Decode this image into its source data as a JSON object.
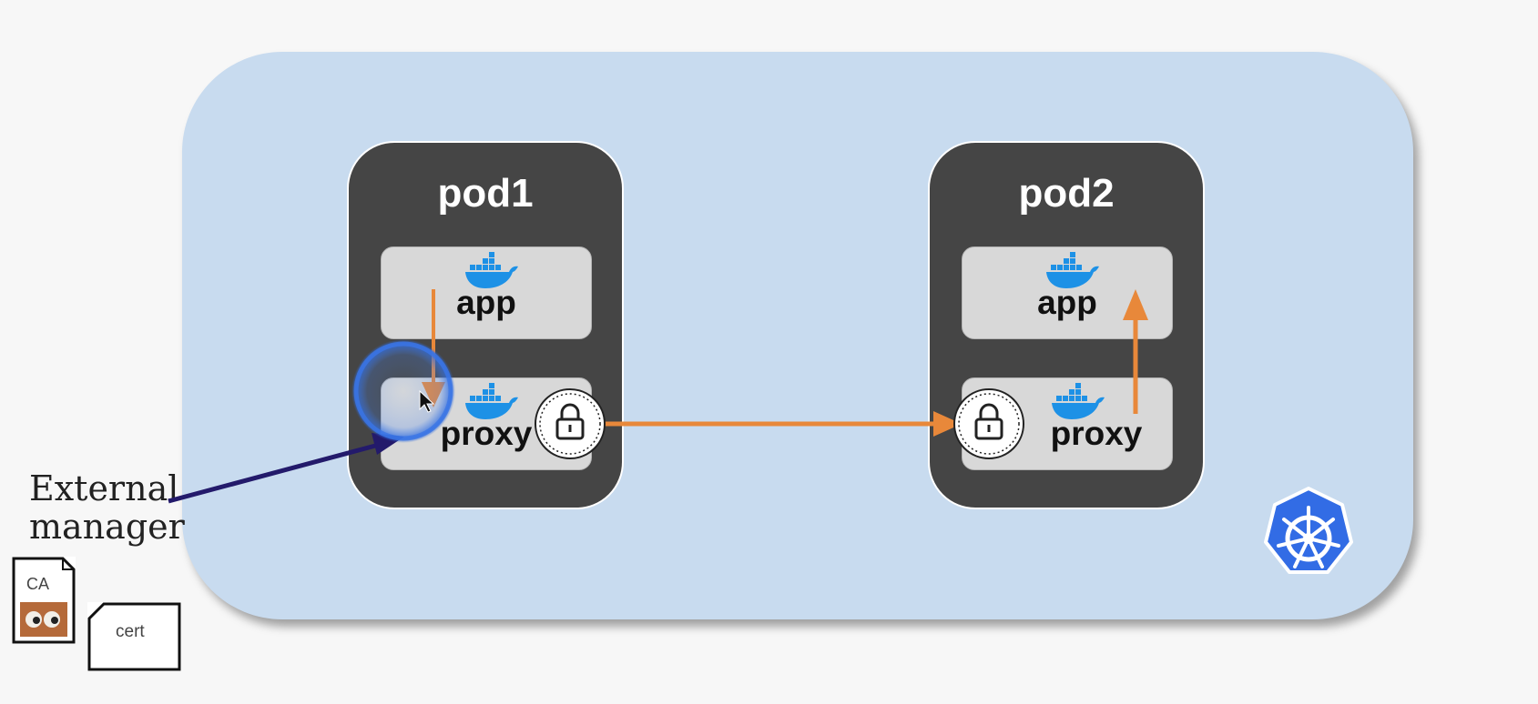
{
  "pods": [
    {
      "title": "pod1",
      "app_label": "app",
      "proxy_label": "proxy"
    },
    {
      "title": "pod2",
      "app_label": "app",
      "proxy_label": "proxy"
    }
  ],
  "external": {
    "line1": "External",
    "line2": "manager"
  },
  "files": {
    "ca_label": "CA",
    "cert_label": "cert"
  },
  "colors": {
    "cluster": "#c8dbef",
    "pod": "#454545",
    "container": "#d8d8d8",
    "flow_arrow": "#e8883a",
    "manager_arrow": "#231a6b",
    "docker": "#1d91e6",
    "kubernetes": "#326ce5"
  },
  "icons": [
    "docker-icon",
    "lock-icon",
    "kubernetes-icon",
    "mouse-cursor-icon",
    "click-ripple-icon",
    "document-icon"
  ]
}
